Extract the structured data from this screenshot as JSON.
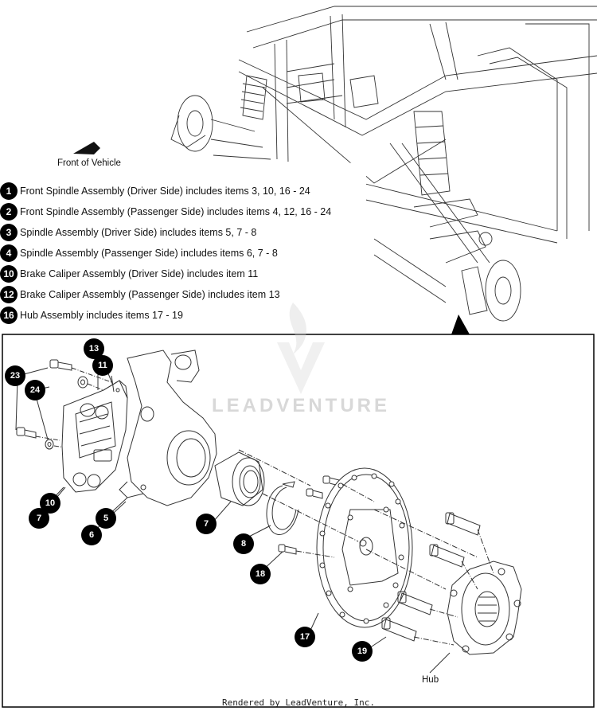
{
  "front_label": "Front of Vehicle",
  "hub_label": "Hub",
  "footer": "Rendered by LeadVenture, Inc.",
  "watermark": "LEADVENTURE",
  "legend": [
    {
      "num": "1",
      "text": "Front Spindle Assembly (Driver Side) includes items 3, 10, 16 - 24"
    },
    {
      "num": "2",
      "text": "Front Spindle Assembly (Passenger Side) includes items 4, 12, 16 - 24"
    },
    {
      "num": "3",
      "text": "Spindle Assembly (Driver Side) includes items 5, 7 - 8"
    },
    {
      "num": "4",
      "text": "Spindle Assembly (Passenger Side) includes items 6, 7 - 8"
    },
    {
      "num": "10",
      "text": "Brake Caliper Assembly (Driver Side) includes item 11"
    },
    {
      "num": "12",
      "text": "Brake Caliper Assembly (Passenger Side) includes item 13"
    },
    {
      "num": "16",
      "text": "Hub Assembly includes items 17 - 19"
    }
  ],
  "callouts": {
    "c13": "13",
    "c11": "11",
    "c23": "23",
    "c24": "24",
    "c10": "10",
    "c7a": "7",
    "c5": "5",
    "c6": "6",
    "c7b": "7",
    "c8": "8",
    "c18": "18",
    "c17": "17",
    "c19": "19"
  }
}
